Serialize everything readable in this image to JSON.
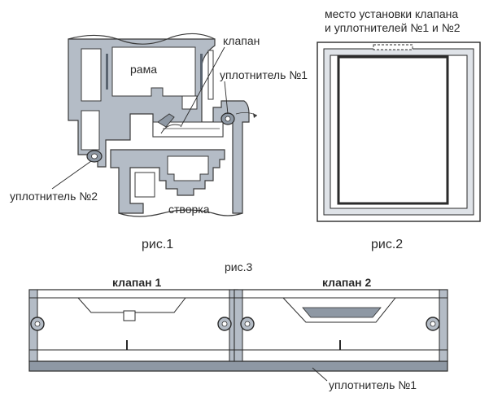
{
  "figure1": {
    "label_frame": "рама",
    "label_valve": "клапан",
    "label_seal1": "уплотнитель №1",
    "label_seal2": "уплотнитель №2",
    "label_sash": "створка",
    "caption": "рис.1"
  },
  "figure2": {
    "title_line1": "место установки клапана",
    "title_line2": "и уплотнителей №1 и №2",
    "caption": "рис.2"
  },
  "figure3": {
    "caption": "рис.3",
    "label_valve1": "клапан 1",
    "label_valve2": "клапан 2",
    "label_seal1": "уплотнитель №1"
  },
  "colors": {
    "profile_fill": "#b4bcc6",
    "profile_dark": "#8e98a4",
    "line": "#3a3a3a",
    "paper": "#ffffff"
  }
}
